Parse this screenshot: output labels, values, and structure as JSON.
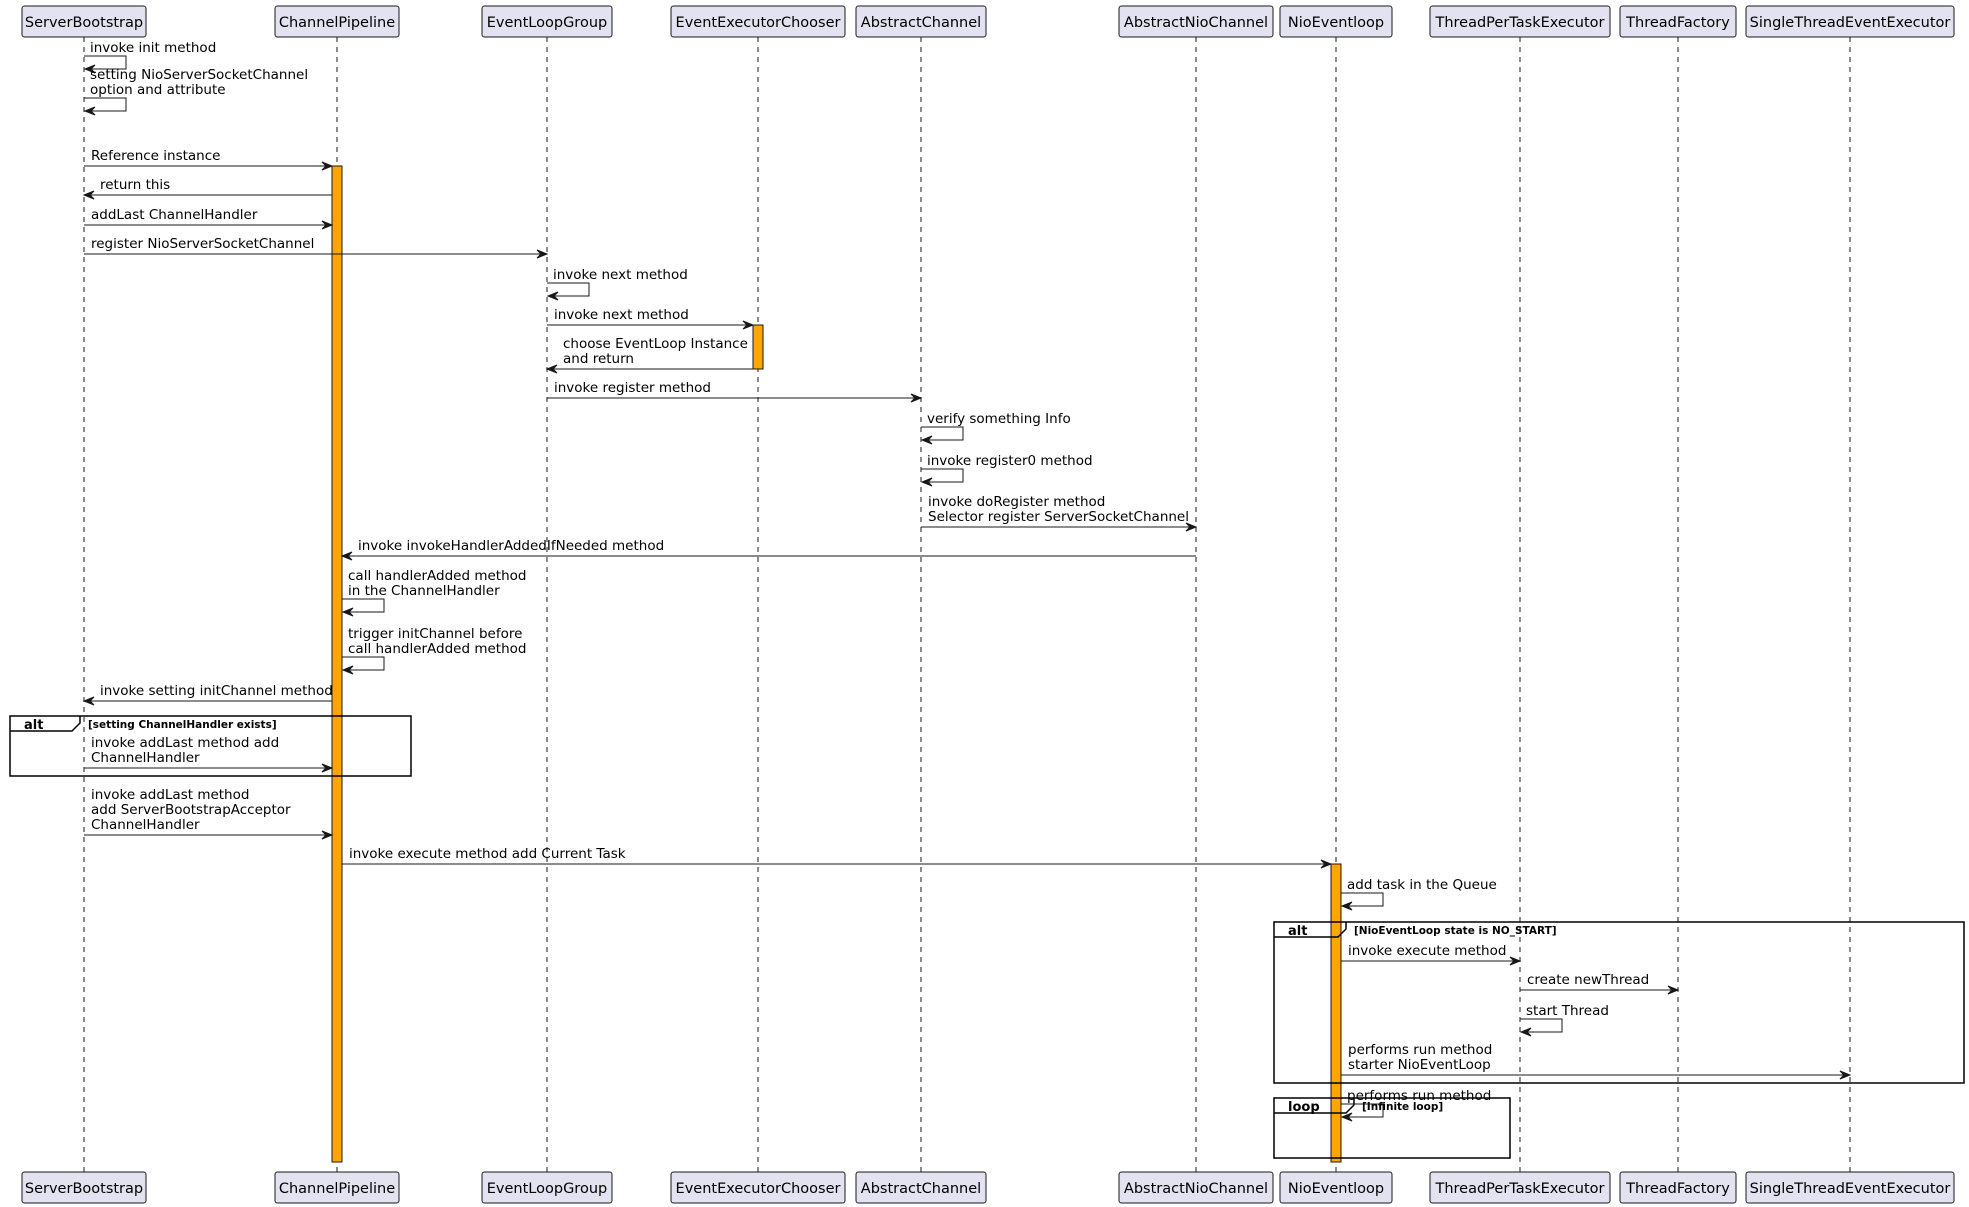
{
  "colors": {
    "participant_fill": "#E2E2F0",
    "participant_border": "#181818",
    "activation_fill": "#FFA500",
    "lifeline": "#181818",
    "arrow": "#181818",
    "frame_border": "#000000"
  },
  "participants": [
    {
      "id": "sb",
      "label": "ServerBootstrap"
    },
    {
      "id": "cp",
      "label": "ChannelPipeline"
    },
    {
      "id": "elg",
      "label": "EventLoopGroup"
    },
    {
      "id": "eec",
      "label": "EventExecutorChooser"
    },
    {
      "id": "ac",
      "label": "AbstractChannel"
    },
    {
      "id": "anc",
      "label": "AbstractNioChannel"
    },
    {
      "id": "nel",
      "label": "NioEventloop"
    },
    {
      "id": "tpte",
      "label": "ThreadPerTaskExecutor"
    },
    {
      "id": "tf",
      "label": "ThreadFactory"
    },
    {
      "id": "stee",
      "label": "SingleThreadEventExecutor"
    }
  ],
  "messages": [
    {
      "from": "sb",
      "to": "sb",
      "lines": [
        "invoke init method"
      ]
    },
    {
      "from": "sb",
      "to": "sb",
      "lines": [
        "setting NioServerSocketChannel",
        " option and attribute"
      ]
    },
    {
      "from": "sb",
      "to": "cp",
      "lines": [
        "Reference instance"
      ]
    },
    {
      "from": "cp",
      "to": "sb",
      "lines": [
        "return this"
      ]
    },
    {
      "from": "sb",
      "to": "cp",
      "lines": [
        "addLast ChannelHandler"
      ]
    },
    {
      "from": "sb",
      "to": "elg",
      "lines": [
        "register NioServerSocketChannel"
      ]
    },
    {
      "from": "elg",
      "to": "elg",
      "lines": [
        "invoke next method"
      ]
    },
    {
      "from": "elg",
      "to": "eec",
      "lines": [
        "invoke next method"
      ]
    },
    {
      "from": "eec",
      "to": "elg",
      "lines": [
        "choose EventLoop Instance",
        "and return"
      ]
    },
    {
      "from": "elg",
      "to": "ac",
      "lines": [
        "invoke register method"
      ]
    },
    {
      "from": "ac",
      "to": "ac",
      "lines": [
        "verify something Info"
      ]
    },
    {
      "from": "ac",
      "to": "ac",
      "lines": [
        "invoke register0 method"
      ]
    },
    {
      "from": "ac",
      "to": "anc",
      "lines": [
        "invoke doRegister method",
        "Selector register ServerSocketChannel"
      ]
    },
    {
      "from": "anc",
      "to": "cp",
      "lines": [
        "invoke invokeHandlerAddedIfNeeded method"
      ]
    },
    {
      "from": "cp",
      "to": "cp",
      "lines": [
        "call handlerAdded method",
        "in the ChannelHandler"
      ]
    },
    {
      "from": "cp",
      "to": "cp",
      "lines": [
        "trigger initChannel before",
        "call handlerAdded method"
      ]
    },
    {
      "from": "cp",
      "to": "sb",
      "lines": [
        "invoke setting initChannel method"
      ]
    },
    {
      "from": "sb",
      "to": "cp",
      "lines": [
        "invoke addLast method add",
        "ChannelHandler"
      ]
    },
    {
      "from": "sb",
      "to": "cp",
      "lines": [
        "invoke addLast method",
        "add ServerBootstrapAcceptor",
        "ChannelHandler"
      ]
    },
    {
      "from": "cp",
      "to": "nel",
      "lines": [
        "invoke execute method add Current Task"
      ]
    },
    {
      "from": "nel",
      "to": "nel",
      "lines": [
        "add task in the Queue"
      ]
    },
    {
      "from": "nel",
      "to": "tpte",
      "lines": [
        "invoke execute method"
      ]
    },
    {
      "from": "tpte",
      "to": "tf",
      "lines": [
        "create newThread"
      ]
    },
    {
      "from": "tpte",
      "to": "tpte",
      "lines": [
        "start Thread"
      ]
    },
    {
      "from": "nel",
      "to": "stee",
      "lines": [
        "performs run method",
        "starter NioEventLoop"
      ]
    },
    {
      "from": "nel",
      "to": "nel",
      "lines": [
        "performs run method"
      ]
    }
  ],
  "fragments": [
    {
      "kind": "alt",
      "condition": "[setting ChannelHandler exists]"
    },
    {
      "kind": "alt",
      "condition": "[NioEventLoop state is NO_START]"
    },
    {
      "kind": "loop",
      "condition": "[Infinite loop]"
    }
  ]
}
